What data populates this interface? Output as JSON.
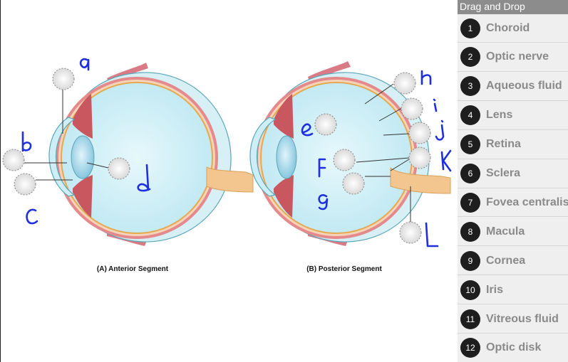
{
  "panel": {
    "header": "Drag and Drop",
    "items": [
      {
        "num": "1",
        "label": "Choroid"
      },
      {
        "num": "2",
        "label": "Optic nerve"
      },
      {
        "num": "3",
        "label": "Aqueous fluid"
      },
      {
        "num": "4",
        "label": "Lens"
      },
      {
        "num": "5",
        "label": "Retina"
      },
      {
        "num": "6",
        "label": "Sclera"
      },
      {
        "num": "7",
        "label": "Fovea centralis"
      },
      {
        "num": "8",
        "label": "Macula"
      },
      {
        "num": "9",
        "label": "Cornea"
      },
      {
        "num": "10",
        "label": "Iris"
      },
      {
        "num": "11",
        "label": "Vitreous fluid"
      },
      {
        "num": "12",
        "label": "Optic disk"
      }
    ]
  },
  "diagram": {
    "caption_a": "(A) Anterior Segment",
    "caption_b": "(B) Posterior Segment"
  },
  "colors": {
    "vitreous": "#cdeef6",
    "sclera_band": "#e58a8c",
    "optic_nerve": "#f3c68f",
    "handwriting": "#1f2fe0",
    "badge": "#1e1e1e"
  }
}
